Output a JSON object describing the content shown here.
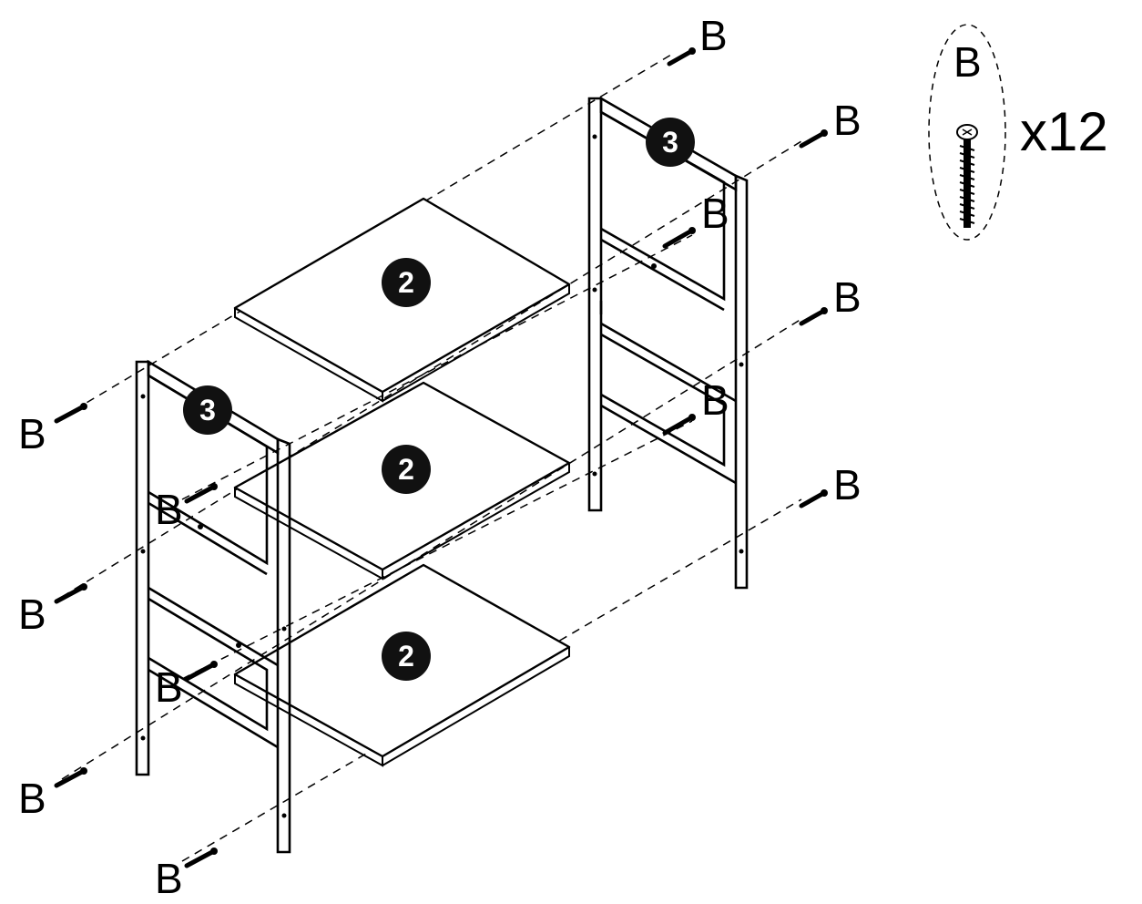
{
  "part_labels": {
    "shelf": "2",
    "side_frame": "3",
    "screw": "B"
  },
  "hardware_legend": {
    "letter": "B",
    "quantity": "x12",
    "icon": "screw-icon"
  }
}
